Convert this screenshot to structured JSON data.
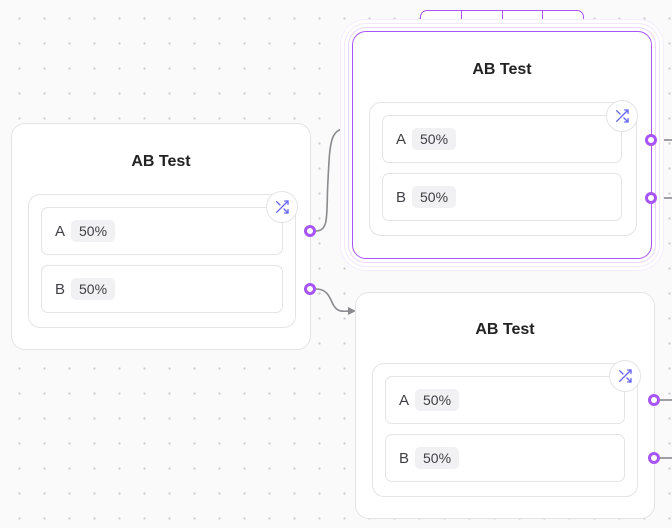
{
  "nodes": [
    {
      "title": "AB Test",
      "paths": [
        {
          "label": "A",
          "percent": "50%"
        },
        {
          "label": "B",
          "percent": "50%"
        }
      ]
    },
    {
      "title": "AB Test",
      "selected": true,
      "paths": [
        {
          "label": "A",
          "percent": "50%"
        },
        {
          "label": "B",
          "percent": "50%"
        }
      ]
    },
    {
      "title": "AB Test",
      "paths": [
        {
          "label": "A",
          "percent": "50%"
        },
        {
          "label": "B",
          "percent": "50%"
        }
      ]
    }
  ],
  "toolbar": {
    "icons": [
      "play-icon",
      "duplicate-icon",
      "info-icon",
      "trash-icon"
    ]
  },
  "colors": {
    "accent": "#a855f7",
    "edge": "#8a8a8f",
    "border": "#e4e4e7",
    "canvas": "#fafafa"
  }
}
